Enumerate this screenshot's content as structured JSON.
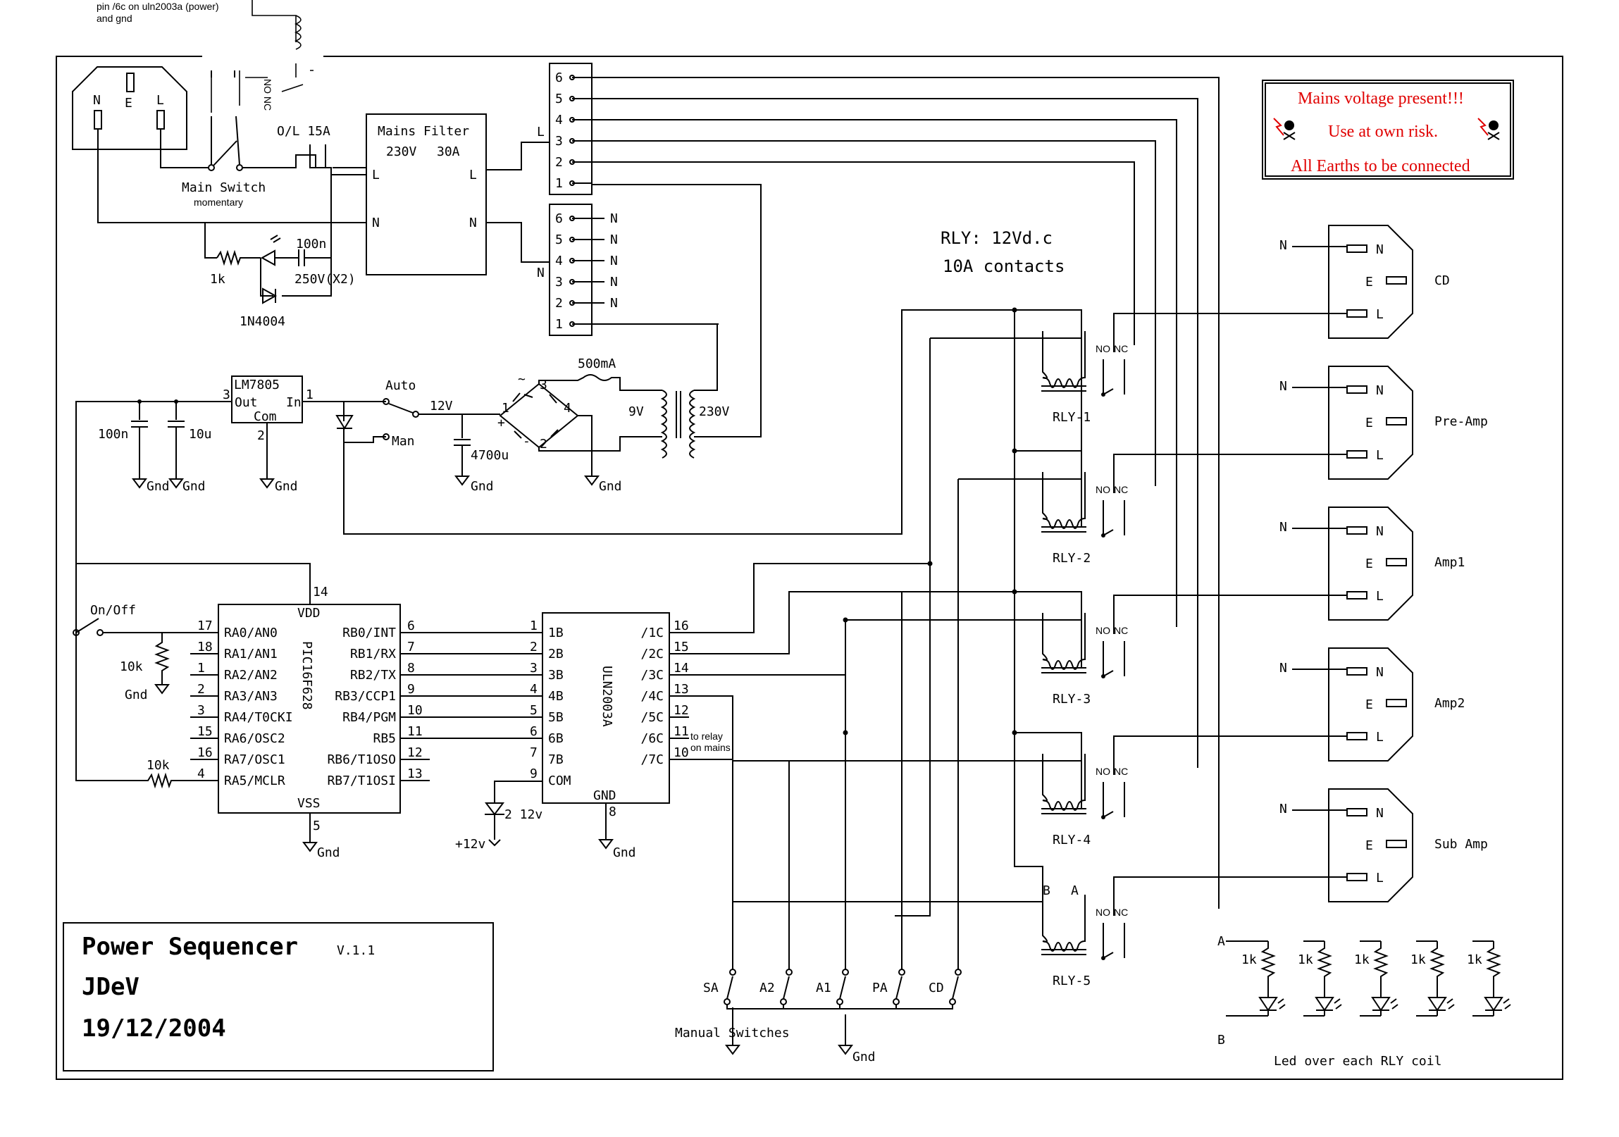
{
  "top_note": {
    "line1": "pin /6c on uln2003a (power)",
    "line2": "and gnd"
  },
  "title_block": {
    "title": "Power Sequencer",
    "version": "V.1.1",
    "author": "JDeV",
    "date": "19/12/2004"
  },
  "warning": {
    "line1": "Mains voltage present!!!",
    "line2": "Use at own risk.",
    "line3": "All Earths to be connected",
    "color": "#e00000"
  },
  "mains_inlet": {
    "n": "N",
    "e": "E",
    "l": "L"
  },
  "main_switch": {
    "label": "Main Switch",
    "note": "momentary"
  },
  "overload": {
    "label": "O/L 15A"
  },
  "mains_filter": {
    "title": "Mains Filter",
    "voltage": "230V",
    "current": "30A",
    "l_in": "L",
    "l_out": "L",
    "n_in": "N",
    "n_out": "N"
  },
  "indicator": {
    "resistor": "1k",
    "cap": "100n",
    "cap_rating": "250V(X2)",
    "diode": "1N4004"
  },
  "terminal_live": {
    "side": "L",
    "pins": [
      "6",
      "5",
      "4",
      "3",
      "2",
      "1"
    ]
  },
  "terminal_neutral": {
    "side": "N",
    "pins": [
      "6",
      "5",
      "4",
      "3",
      "2",
      "1"
    ],
    "labels": [
      "N",
      "N",
      "N",
      "N",
      "N"
    ]
  },
  "relay_spec": {
    "line1": "RLY: 12Vd.c",
    "line2": "10A contacts"
  },
  "relays": [
    {
      "name": "RLY-1",
      "no": "NO",
      "nc": "NC"
    },
    {
      "name": "RLY-2",
      "no": "NO",
      "nc": "NC"
    },
    {
      "name": "RLY-3",
      "no": "NO",
      "nc": "NC"
    },
    {
      "name": "RLY-4",
      "no": "NO",
      "nc": "NC"
    },
    {
      "name": "RLY-5",
      "no": "NO",
      "nc": "NC",
      "b": "B",
      "a": "A"
    }
  ],
  "outlets": [
    {
      "name": "CD",
      "n_in": "N",
      "n": "N",
      "e": "E",
      "l": "L"
    },
    {
      "name": "Pre-Amp",
      "n_in": "N",
      "n": "N",
      "e": "E",
      "l": "L"
    },
    {
      "name": "Amp1",
      "n_in": "N",
      "n": "N",
      "e": "E",
      "l": "L"
    },
    {
      "name": "Amp2",
      "n_in": "N",
      "n": "N",
      "e": "E",
      "l": "L"
    },
    {
      "name": "Sub Amp",
      "n_in": "N",
      "n": "N",
      "e": "E",
      "l": "L"
    }
  ],
  "regulator": {
    "name": "LM7805",
    "out": "Out",
    "in": "In",
    "com": "Com",
    "pin_out": "3",
    "pin_in": "1",
    "pin_com": "2",
    "gnd": "Gnd"
  },
  "power_caps": {
    "c1": "100n",
    "c2": "10u",
    "gnd": "Gnd"
  },
  "mode_switch": {
    "auto": "Auto",
    "man": "Man",
    "rail": "12V"
  },
  "bulk_cap": {
    "value": "4700u",
    "gnd": "Gnd"
  },
  "bridge": {
    "fuse": "500mA",
    "pins": [
      "1",
      "2",
      "3",
      "4"
    ],
    "minus_tilde": "~",
    "gnd": "Gnd",
    "plus": "+",
    "minus": "-"
  },
  "transformer": {
    "secondary": "9V",
    "primary": "230V"
  },
  "onoff": {
    "label": "On/Off",
    "res": "10k",
    "gnd": "Gnd",
    "mclr_res": "10k"
  },
  "pic": {
    "name": "PIC16F628",
    "vdd": "VDD",
    "vss": "VSS",
    "vdd_pin": "14",
    "vss_pin": "5",
    "gnd": "Gnd",
    "left": [
      {
        "pin": "17",
        "label": "RA0/AN0"
      },
      {
        "pin": "18",
        "label": "RA1/AN1"
      },
      {
        "pin": "1",
        "label": "RA2/AN2"
      },
      {
        "pin": "2",
        "label": "RA3/AN3"
      },
      {
        "pin": "3",
        "label": "RA4/T0CKI"
      },
      {
        "pin": "15",
        "label": "RA6/OSC2"
      },
      {
        "pin": "16",
        "label": "RA7/OSC1"
      },
      {
        "pin": "4",
        "label": "RA5/MCLR"
      }
    ],
    "right": [
      {
        "pin": "6",
        "label": "RB0/INT"
      },
      {
        "pin": "7",
        "label": "RB1/RX"
      },
      {
        "pin": "8",
        "label": "RB2/TX"
      },
      {
        "pin": "9",
        "label": "RB3/CCP1"
      },
      {
        "pin": "10",
        "label": "RB4/PGM"
      },
      {
        "pin": "11",
        "label": "RB5"
      },
      {
        "pin": "12",
        "label": "RB6/T1OSO"
      },
      {
        "pin": "13",
        "label": "RB7/T1OSI"
      }
    ]
  },
  "uln": {
    "name": "ULN2003A",
    "gnd": "GND",
    "gnd_pin": "8",
    "gnd_label": "Gnd",
    "left": [
      {
        "pin": "1",
        "label": "1B"
      },
      {
        "pin": "2",
        "label": "2B"
      },
      {
        "pin": "3",
        "label": "3B"
      },
      {
        "pin": "4",
        "label": "4B"
      },
      {
        "pin": "5",
        "label": "5B"
      },
      {
        "pin": "6",
        "label": "6B"
      },
      {
        "pin": "7",
        "label": "7B"
      },
      {
        "pin": "9",
        "label": "COM"
      }
    ],
    "right": [
      {
        "pin": "16",
        "label": "/1C"
      },
      {
        "pin": "15",
        "label": "/2C"
      },
      {
        "pin": "14",
        "label": "/3C"
      },
      {
        "pin": "13",
        "label": "/4C"
      },
      {
        "pin": "12",
        "label": "/5C"
      },
      {
        "pin": "11",
        "label": "/6C"
      },
      {
        "pin": "10",
        "label": "/7C"
      }
    ],
    "note1": "to relay",
    "note2": "on mains"
  },
  "zener": {
    "label": "2 12v",
    "supply": "+12v"
  },
  "manual_switches": {
    "title": "Manual Switches",
    "labels": [
      "SA",
      "A2",
      "A1",
      "PA",
      "CD"
    ],
    "gnd": "Gnd"
  },
  "leds": {
    "caption": "Led over each RLY coil",
    "res": "1k",
    "a": "A",
    "b": "B"
  }
}
